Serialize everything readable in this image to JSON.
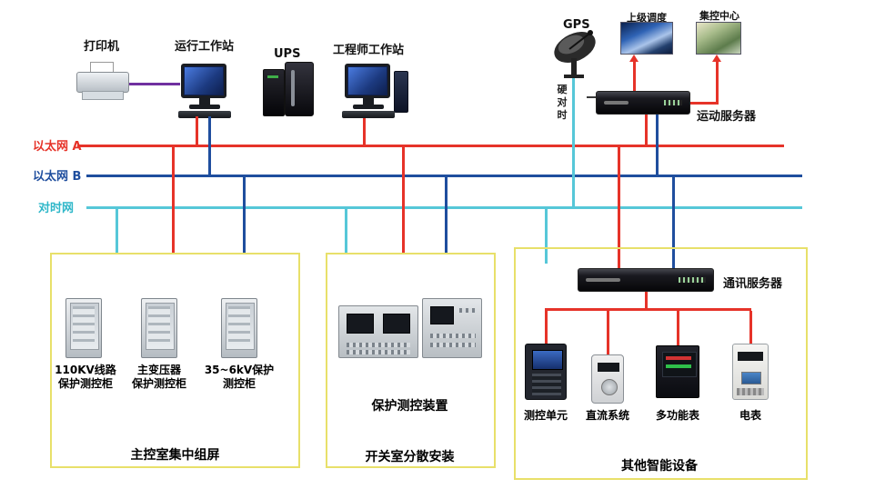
{
  "colors": {
    "ethernet_a": "#e63329",
    "ethernet_b": "#1f4e9e",
    "time_sync": "#56c7d8",
    "printer_link": "#7030a0",
    "box_border": "#e8e06a"
  },
  "buses": {
    "ethernet_a": "以太网 A",
    "ethernet_b": "以太网 B",
    "time_sync": "对时网"
  },
  "top": {
    "printer": "打印机",
    "operator_workstation": "运行工作站",
    "ups": "UPS",
    "engineer_workstation": "工程师工作站",
    "gps": "GPS",
    "superior_dispatch": "上级调度",
    "central_control": "集控中心",
    "telecontrol_server": "运动服务器",
    "hard_time_sync": "硬对时"
  },
  "left_box": {
    "cabinets": [
      {
        "line1": "110KV线路",
        "line2": "保护测控柜"
      },
      {
        "line1": "主变压器",
        "line2": "保护测控柜"
      },
      {
        "line1": "35~6kV保护",
        "line2": "测控柜"
      }
    ],
    "caption": "主控室集中组屏"
  },
  "middle_box": {
    "device_label": "保护测控装置",
    "caption": "开关室分散安装"
  },
  "right_box": {
    "comm_server": "通讯服务器",
    "devices": [
      {
        "label": "测控单元"
      },
      {
        "label": "直流系统"
      },
      {
        "label": "多功能表"
      },
      {
        "label": "电表"
      }
    ],
    "caption": "其他智能设备"
  }
}
